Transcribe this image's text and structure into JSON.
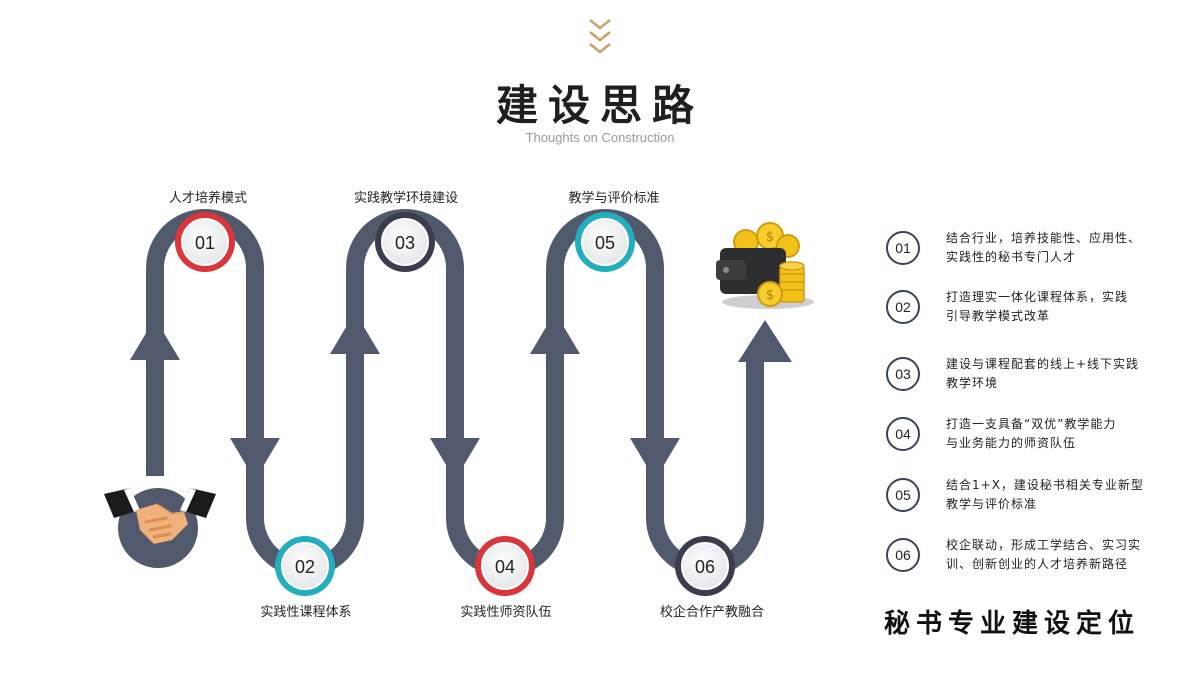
{
  "header": {
    "title": "建设思路",
    "subtitle": "Thoughts on Construction"
  },
  "steps": [
    {
      "num": "01",
      "label": "人才培养模式",
      "ring": "#d9353a"
    },
    {
      "num": "02",
      "label": "实践性课程体系",
      "ring": "#23aebf"
    },
    {
      "num": "03",
      "label": "实践教学环境建设",
      "ring": "#3b3d4e"
    },
    {
      "num": "04",
      "label": "实践性师资队伍",
      "ring": "#d9353a"
    },
    {
      "num": "05",
      "label": "教学与评价标准",
      "ring": "#23aebf"
    },
    {
      "num": "06",
      "label": "校企合作产教融合",
      "ring": "#3b3d4e"
    }
  ],
  "list": [
    {
      "num": "01",
      "line1": "结合行业，培养技能性、应用性、",
      "line2": "实践性的秘书专门人才"
    },
    {
      "num": "02",
      "line1": "打造理实一体化课程体系，实践",
      "line2": "引导教学模式改革"
    },
    {
      "num": "03",
      "line1": "建设与课程配套的线上+线下实践",
      "line2": "教学环境"
    },
    {
      "num": "04",
      "line1": "打造一支具备“双优”教学能力",
      "line2": "与业务能力的师资队伍"
    },
    {
      "num": "05",
      "line1": "结合1+X，建设秘书相关专业新型",
      "line2": "教学与评价标准"
    },
    {
      "num": "06",
      "line1": "校企联动，形成工学结合、实习实",
      "line2": "训、创新创业的人才培养新路径"
    }
  ],
  "footer": "秘书专业建设定位",
  "icons": [
    "chevrons-down-icon",
    "handshake-icon",
    "wallet-coins-icon"
  ],
  "colors": {
    "path": "#505a6c",
    "red": "#d9353a",
    "teal": "#23aebf",
    "dark": "#3b3d4e",
    "gold": "#c8a06a",
    "coin": "#f2c21b"
  }
}
